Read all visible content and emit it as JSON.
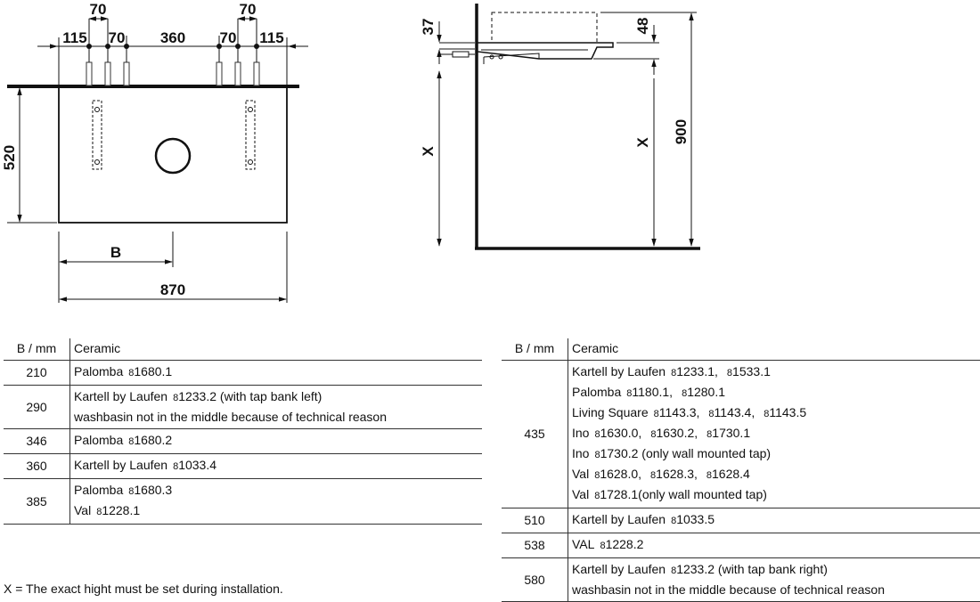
{
  "drawing": {
    "front_dims": {
      "top_70_left": "70",
      "top_70_right": "70",
      "d115_left": "115",
      "d70_a": "70",
      "d360": "360",
      "d70_b": "70",
      "d115_right": "115",
      "height_520": "520",
      "b_label": "B",
      "width_870": "870"
    },
    "side_dims": {
      "d37": "37",
      "d48": "48",
      "d900": "900",
      "x_left": "X",
      "x_right": "X"
    }
  },
  "table_left": {
    "header": {
      "b": "B / mm",
      "ceramic": "Ceramic"
    },
    "rows": [
      {
        "b": "210",
        "lines": [
          {
            "text": "Palomba",
            "codes": [
              "8",
              "1680.1"
            ],
            "suffix": ""
          }
        ]
      },
      {
        "b": "290",
        "lines": [
          {
            "text": "Kartell by Laufen",
            "codes": [
              "8",
              "1233.2"
            ],
            "suffix": " (with tap bank left)"
          },
          {
            "text": "washbasin not in the middle because of technical reason",
            "codes": [],
            "suffix": ""
          }
        ]
      },
      {
        "b": "346",
        "lines": [
          {
            "text": "Palomba",
            "codes": [
              "8",
              "1680.2"
            ],
            "suffix": ""
          }
        ]
      },
      {
        "b": "360",
        "lines": [
          {
            "text": "Kartell by Laufen",
            "codes": [
              "8",
              "1033.4"
            ],
            "suffix": ""
          }
        ]
      },
      {
        "b": "385",
        "lines": [
          {
            "text": "Palomba",
            "codes": [
              "8",
              "1680.3"
            ],
            "suffix": ""
          },
          {
            "text": "Val",
            "codes": [
              "8",
              "1228.1"
            ],
            "suffix": ""
          }
        ]
      }
    ]
  },
  "table_right": {
    "header": {
      "b": "B / mm",
      "ceramic": "Ceramic"
    },
    "rows": [
      {
        "b": "435",
        "lines": [
          {
            "text": "Kartell by Laufen",
            "items": [
              "1233.1",
              "1533.1"
            ]
          },
          {
            "text": "Palomba",
            "items": [
              "1180.1",
              "1280.1"
            ]
          },
          {
            "text": "Living Square",
            "items": [
              "1143.3",
              "1143.4",
              "1143.5"
            ]
          },
          {
            "text": "Ino",
            "items": [
              "1630.0",
              "1630.2",
              "1730.1"
            ]
          },
          {
            "text": "Ino",
            "items": [
              "1730.2"
            ],
            "suffix": " (only wall mounted tap)"
          },
          {
            "text": "Val",
            "items": [
              "1628.0",
              "1628.3",
              "1628.4"
            ]
          },
          {
            "text": "Val",
            "items": [
              "1728.1"
            ],
            "suffix": "(only wall mounted tap)"
          }
        ]
      },
      {
        "b": "510",
        "lines": [
          {
            "text": "Kartell by Laufen",
            "items": [
              "1033.5"
            ]
          }
        ]
      },
      {
        "b": "538",
        "lines": [
          {
            "text": "VAL",
            "items": [
              "1228.2"
            ]
          }
        ]
      },
      {
        "b": "580",
        "lines": [
          {
            "text": "Kartell by Laufen",
            "items": [
              "1233.2"
            ],
            "suffix": " (with tap bank right)"
          },
          {
            "text": "washbasin not in the middle because of technical reason",
            "items": []
          }
        ]
      }
    ],
    "code_prefix": "8"
  },
  "footnote": "X = The exact hight must be set during installation."
}
